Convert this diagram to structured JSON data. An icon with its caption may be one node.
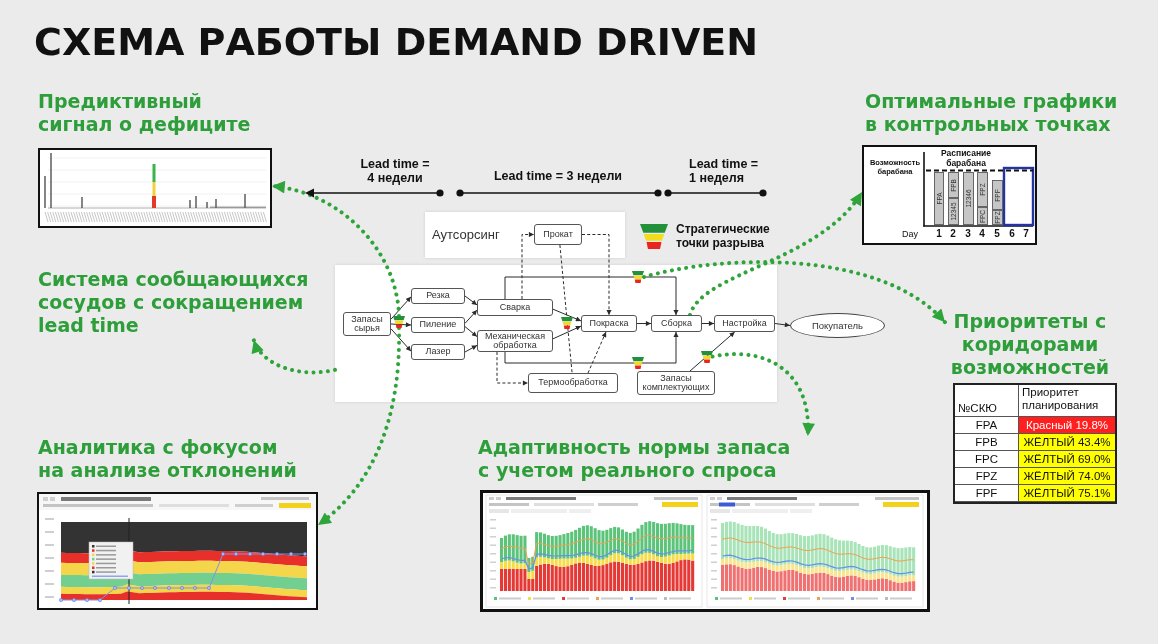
{
  "diagram": {
    "title": "СХЕМА РАБОТЫ DEMAND DRIVEN",
    "nodes": [
      {
        "text": [],
        "shape": "picture",
        "beside": [
          "Предиктивный сигнал о дефиците"
        ]
      },
      {
        "text": [
          "Возможность барабана",
          "Расписание барабана",
          "FPA",
          "FPB",
          "12345",
          "12346",
          "FPZ",
          "FPC",
          "FPF",
          "FPZ",
          "Day",
          "1",
          "2",
          "3",
          "4",
          "5",
          "6",
          "7"
        ],
        "beside": [
          "Оптимальные графики в контрольных точках"
        ]
      },
      {
        "text": [
          "Аутсорсинг"
        ]
      },
      {
        "text": [
          "Прокат"
        ],
        "in": 2
      },
      {
        "text": [
          "Система сообщающихся сосудов с сокращением lead time"
        ]
      },
      {
        "text": [],
        "shape": "box"
      },
      {
        "text": [
          "Запасы сырья"
        ],
        "in": 5
      },
      {
        "text": [],
        "shape": "funnel",
        "in": 5
      },
      {
        "text": [
          "Резка"
        ],
        "in": 5
      },
      {
        "text": [
          "Пиление"
        ],
        "in": 5
      },
      {
        "text": [
          "Лазер"
        ],
        "in": 5
      },
      {
        "text": [
          "Сварка"
        ],
        "in": 5
      },
      {
        "text": [
          "Механическая обработка"
        ],
        "in": 5
      },
      {
        "text": [],
        "shape": "funnel",
        "in": 5
      },
      {
        "text": [],
        "shape": "funnel",
        "in": 5
      },
      {
        "text": [
          "Покраска"
        ],
        "in": 5
      },
      {
        "text": [
          "Сборка"
        ],
        "in": 5
      },
      {
        "text": [
          "Настройка"
        ],
        "in": 5
      },
      {
        "text": [],
        "shape": "funnel",
        "in": 5
      },
      {
        "text": [],
        "shape": "funnel",
        "in": 5
      },
      {
        "text": [
          "Термообработка"
        ],
        "in": 5
      },
      {
        "text": [
          "Запасы комплектующих"
        ],
        "in": 5
      },
      {
        "text": [
          "Покупатель"
        ]
      },
      {
        "text": [
          "Приоритеты с коридорами возможностей"
        ]
      },
      {
        "text": [],
        "shape": "picture",
        "beside": [
          "Аналитика с фокусом на анализе отклонений"
        ]
      },
      {
        "text": [
          "Адаптивность нормы запаса с учетом реального спроса"
        ]
      }
    ],
    "edges": [
      {
        "from": 6,
        "to": 8,
        "arrow": "to"
      },
      {
        "from": 6,
        "to": 9,
        "arrow": "to"
      },
      {
        "from": 6,
        "to": 10,
        "arrow": "to"
      },
      {
        "from": 8,
        "to": 11,
        "arrow": "to"
      },
      {
        "from": 9,
        "to": 11,
        "arrow": "to"
      },
      {
        "from": 9,
        "to": 12,
        "arrow": "to"
      },
      {
        "from": 10,
        "to": 12,
        "arrow": "to"
      },
      {
        "from": 11,
        "to": 15,
        "arrow": "to"
      },
      {
        "from": 12,
        "to": 15,
        "arrow": "to"
      },
      {
        "from": 11,
        "to": 16,
        "arrow": "to"
      },
      {
        "from": 12,
        "to": 16,
        "arrow": "to"
      },
      {
        "from": 15,
        "to": 16,
        "arrow": "to"
      },
      {
        "from": 16,
        "to": 17,
        "arrow": "to"
      },
      {
        "from": 17,
        "to": 22,
        "arrow": "to"
      },
      {
        "from": 21,
        "to": 17,
        "arrow": "to"
      },
      {
        "from": 11,
        "to": 3,
        "arrow": "to",
        "style": "dashed"
      },
      {
        "from": 3,
        "to": 15,
        "arrow": "to",
        "style": "dashed"
      },
      {
        "from": 3,
        "to": 20,
        "arrow": "none",
        "style": "dashed"
      },
      {
        "from": 12,
        "to": 20,
        "arrow": "to",
        "style": "dashed"
      },
      {
        "from": 20,
        "to": 15,
        "arrow": "to",
        "style": "dashed"
      },
      {
        "from": 7,
        "to": 0,
        "arrow": "to",
        "style": "dashed",
        "color": "#2ea43a"
      },
      {
        "from": 7,
        "to": 24,
        "arrow": "to",
        "style": "dashed",
        "color": "#2ea43a"
      },
      {
        "from": 5,
        "to": 4,
        "arrow": "to",
        "style": "dashed",
        "color": "#2ea43a"
      },
      {
        "from": 16,
        "to": 1,
        "arrow": "to",
        "style": "dashed",
        "color": "#2ea43a"
      },
      {
        "from": 14,
        "to": 23,
        "arrow": "to",
        "style": "dashed",
        "color": "#2ea43a"
      },
      {
        "from": 19,
        "to": 25,
        "arrow": "to",
        "style": "dashed",
        "color": "#2ea43a"
      }
    ],
    "labels": [
      "Lead time = 4 недели",
      "Lead time = 3 недели",
      "Lead time = 1 неделя",
      "№СКЮ",
      "Приоритет планирования",
      "FPA",
      "Красный 19.8%",
      "FPB",
      "ЖЁЛТЫЙ 43.4%",
      "FPC",
      "ЖЁЛТЫЙ 69.0%",
      "FPZ",
      "ЖЁЛТЫЙ 74.0%",
      "FPF",
      "ЖЁЛТЫЙ 75.1%"
    ],
    "legend": [
      {
        "text": "Стратегические точки разрыва"
      }
    ]
  }
}
